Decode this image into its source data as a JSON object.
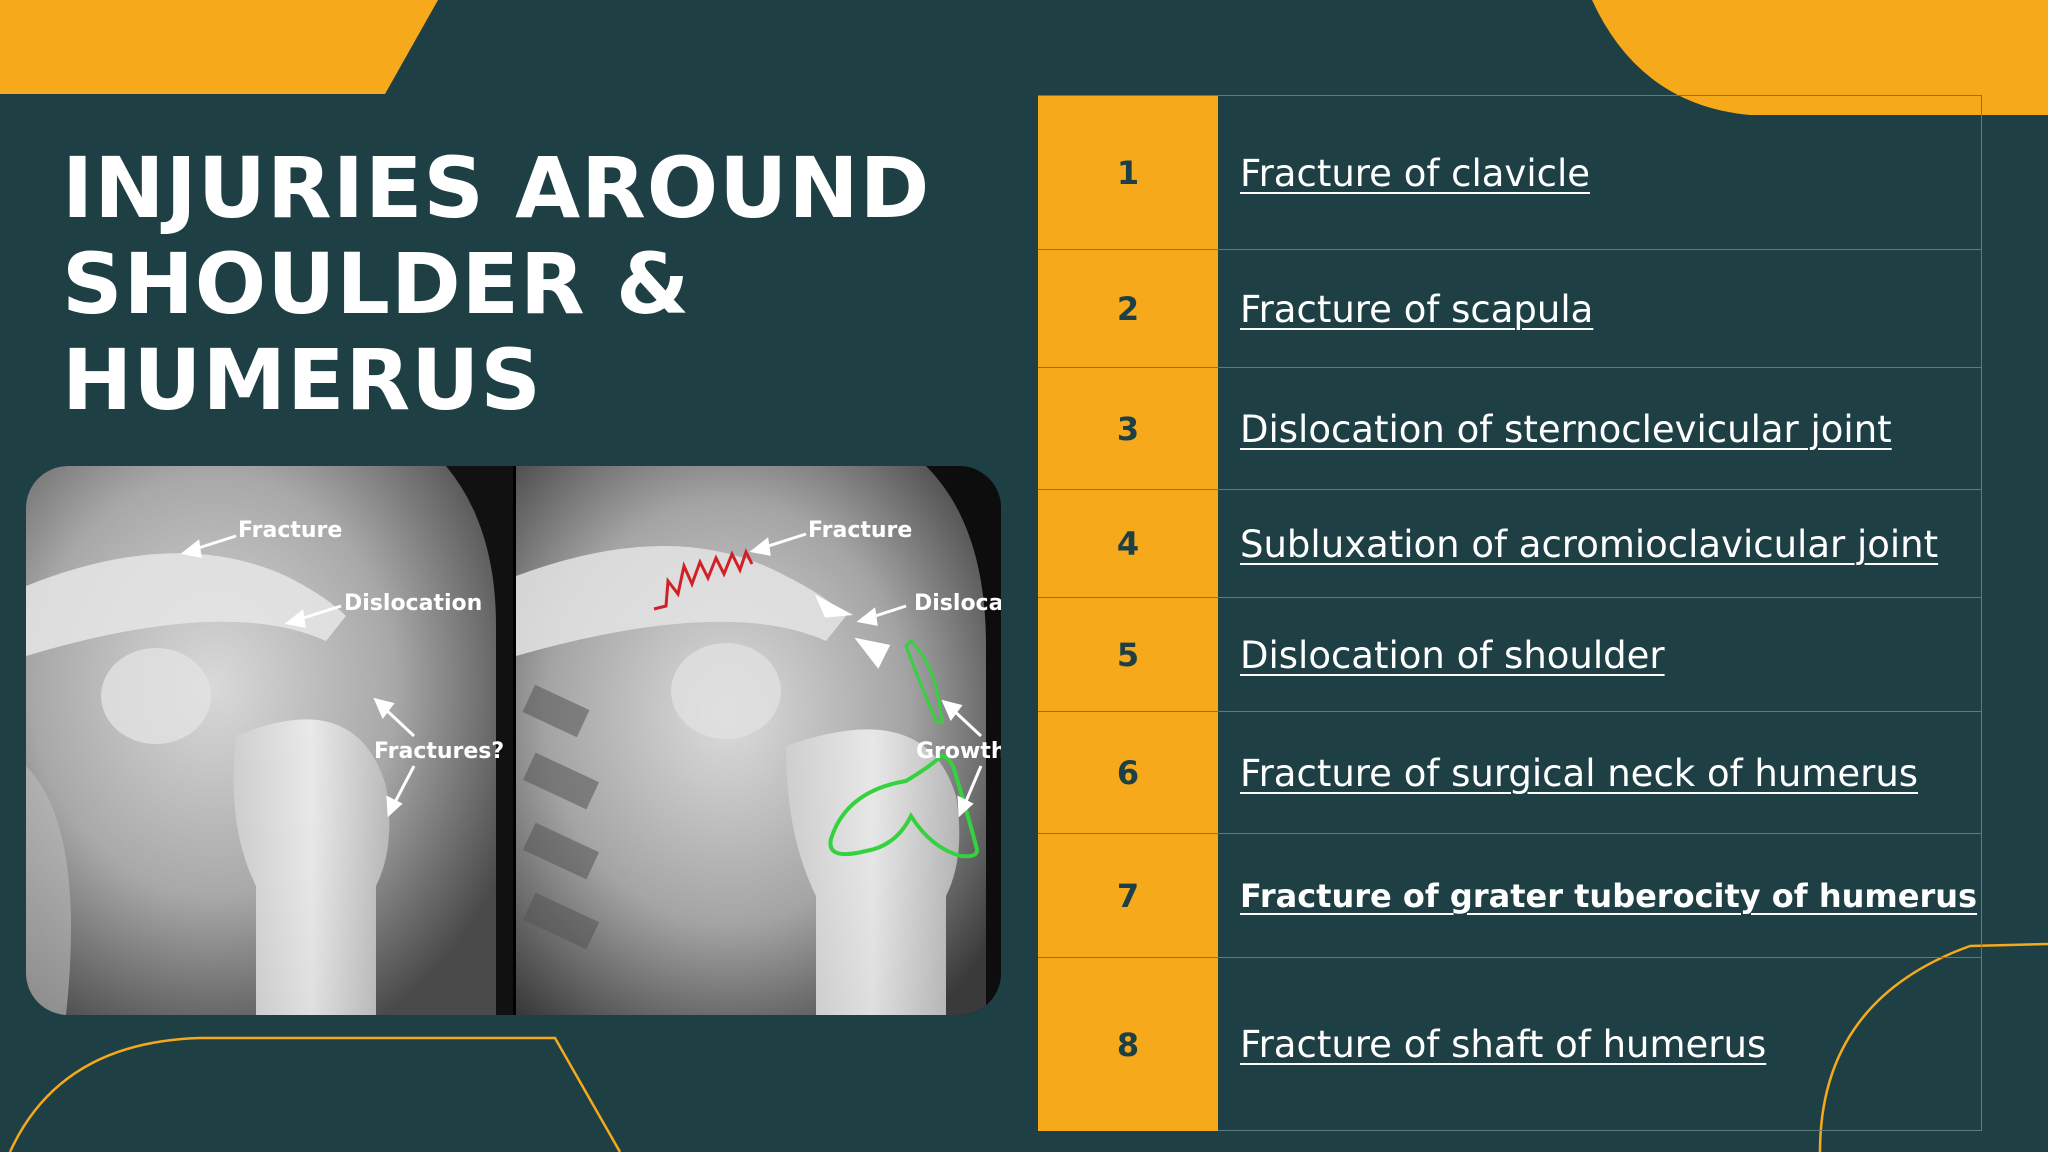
{
  "slide": {
    "title_lines": [
      "INJURIES AROUND",
      "SHOULDER &",
      "HUMERUS"
    ],
    "colors": {
      "background": "#1e4045",
      "accent": "#f6a91b",
      "text": "#ffffff",
      "number_text": "#1e4045"
    }
  },
  "xray_left": {
    "labels": {
      "fracture": "Fracture",
      "dislocation": "Dislocation",
      "fractures_q": "Fractures?"
    }
  },
  "xray_right": {
    "labels": {
      "fracture": "Fracture",
      "dislocation": "Dislocat",
      "growth": "Growth"
    }
  },
  "topics": [
    {
      "num": "1",
      "label": "Fracture of clavicle"
    },
    {
      "num": "2",
      "label": "Fracture of scapula"
    },
    {
      "num": "3",
      "label": "Dislocation of sternoclevicular joint"
    },
    {
      "num": "4",
      "label": "Subluxation of acromioclavicular joint"
    },
    {
      "num": "5",
      "label": "Dislocation of shoulder"
    },
    {
      "num": "6",
      "label": "Fracture of surgical neck of humerus"
    },
    {
      "num": "7",
      "label": "Fracture of grater tuberocity of humerus"
    },
    {
      "num": "8",
      "label": "Fracture of shaft of humerus"
    }
  ]
}
